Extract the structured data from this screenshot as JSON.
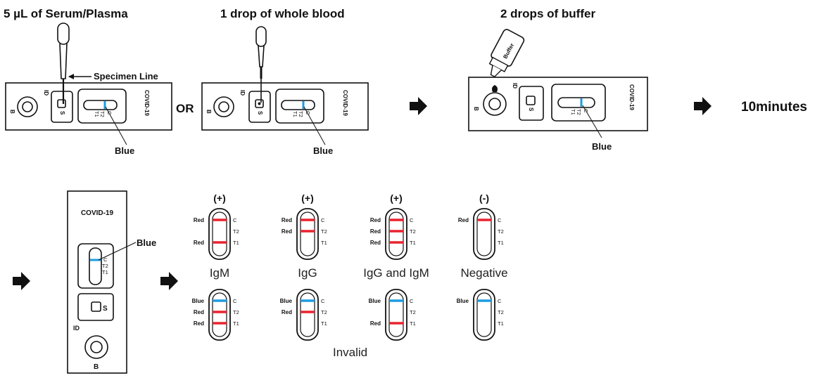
{
  "steps": [
    {
      "title": "5 µL of Serum/Plasma"
    },
    {
      "title": "1 drop of whole blood"
    },
    {
      "title": "2 drops of buffer"
    }
  ],
  "or_label": "OR",
  "specimen_line_label": "Specimen Line",
  "blue_label": "Blue",
  "buffer_label": "Buffer",
  "time_label": "10minutes",
  "device": {
    "name": "COVID-19",
    "id_label": "ID",
    "s_label": "S",
    "b_label": "B",
    "c_label": "C",
    "t2_label": "T2",
    "t1_label": "T1"
  },
  "colors": {
    "red": "#e8232f",
    "blue": "#1e9be0"
  },
  "results_positive": [
    {
      "sign": "(+)",
      "name": "IgM",
      "lines": [
        {
          "label": "Red",
          "color": "red",
          "pos": "C"
        },
        {
          "label": "Red",
          "color": "red",
          "pos": "T1"
        }
      ]
    },
    {
      "sign": "(+)",
      "name": "IgG",
      "lines": [
        {
          "label": "Red",
          "color": "red",
          "pos": "C"
        },
        {
          "label": "Red",
          "color": "red",
          "pos": "T2"
        }
      ]
    },
    {
      "sign": "(+)",
      "name": "IgG and IgM",
      "lines": [
        {
          "label": "Red",
          "color": "red",
          "pos": "C"
        },
        {
          "label": "Red",
          "color": "red",
          "pos": "T2"
        },
        {
          "label": "Red",
          "color": "red",
          "pos": "T1"
        }
      ]
    },
    {
      "sign": "(-)",
      "name": "Negative",
      "lines": [
        {
          "label": "Red",
          "color": "red",
          "pos": "C"
        }
      ]
    }
  ],
  "results_invalid": [
    {
      "lines": [
        {
          "label": "Blue",
          "color": "blue",
          "pos": "C"
        },
        {
          "label": "Red",
          "color": "red",
          "pos": "T2"
        },
        {
          "label": "Red",
          "color": "red",
          "pos": "T1"
        }
      ]
    },
    {
      "lines": [
        {
          "label": "Blue",
          "color": "blue",
          "pos": "C"
        },
        {
          "label": "Red",
          "color": "red",
          "pos": "T2"
        }
      ]
    },
    {
      "lines": [
        {
          "label": "Blue",
          "color": "blue",
          "pos": "C"
        },
        {
          "label": "Red",
          "color": "red",
          "pos": "T1"
        }
      ]
    },
    {
      "lines": [
        {
          "label": "Blue",
          "color": "blue",
          "pos": "C"
        }
      ]
    }
  ],
  "invalid_label": "Invalid"
}
